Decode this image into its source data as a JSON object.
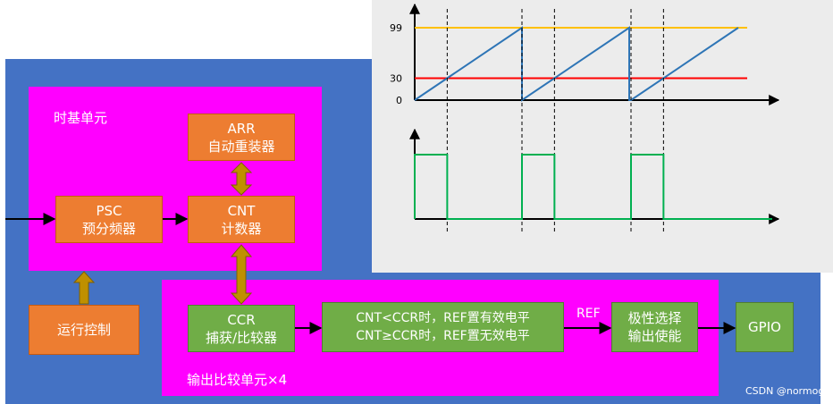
{
  "time_base": {
    "title": "时基单元",
    "arr": {
      "line1": "ARR",
      "line2": "自动重装器"
    },
    "psc": {
      "line1": "PSC",
      "line2": "预分频器"
    },
    "cnt": {
      "line1": "CNT",
      "line2": "计数器"
    }
  },
  "run_control": "运行控制",
  "output_compare": {
    "title": "输出比较单元×4",
    "ccr": {
      "line1": "CCR",
      "line2": "捕获/比较器"
    },
    "compare": {
      "line1": "CNT<CCR时，REF置有效电平",
      "line2": "CNT≥CCR时，REF置无效电平"
    },
    "ref_label": "REF",
    "polarity": {
      "line1": "极性选择",
      "line2": "输出使能"
    }
  },
  "gpio": "GPIO",
  "watermark": "CSDN @normog",
  "colors": {
    "background_blue": "#4472c4",
    "unit_magenta": "#ff00ff",
    "box_orange": "#ed7d31",
    "box_green": "#70ad47",
    "arrow_gold": "#bf9000",
    "line_arr": "#ffc000",
    "line_ccr": "#ff0000",
    "line_cnt": "#2e75b6",
    "line_pwm": "#00b050"
  },
  "chart_data": {
    "type": "line",
    "y_ticks": [
      "99",
      "30",
      "0"
    ],
    "cnt_sawtooth": {
      "min": 0,
      "max": 99,
      "periods": 3
    },
    "arr_level": 99,
    "ccr_level": 30,
    "pwm": {
      "high_when": "CNT<CCR",
      "periods": 3
    }
  }
}
